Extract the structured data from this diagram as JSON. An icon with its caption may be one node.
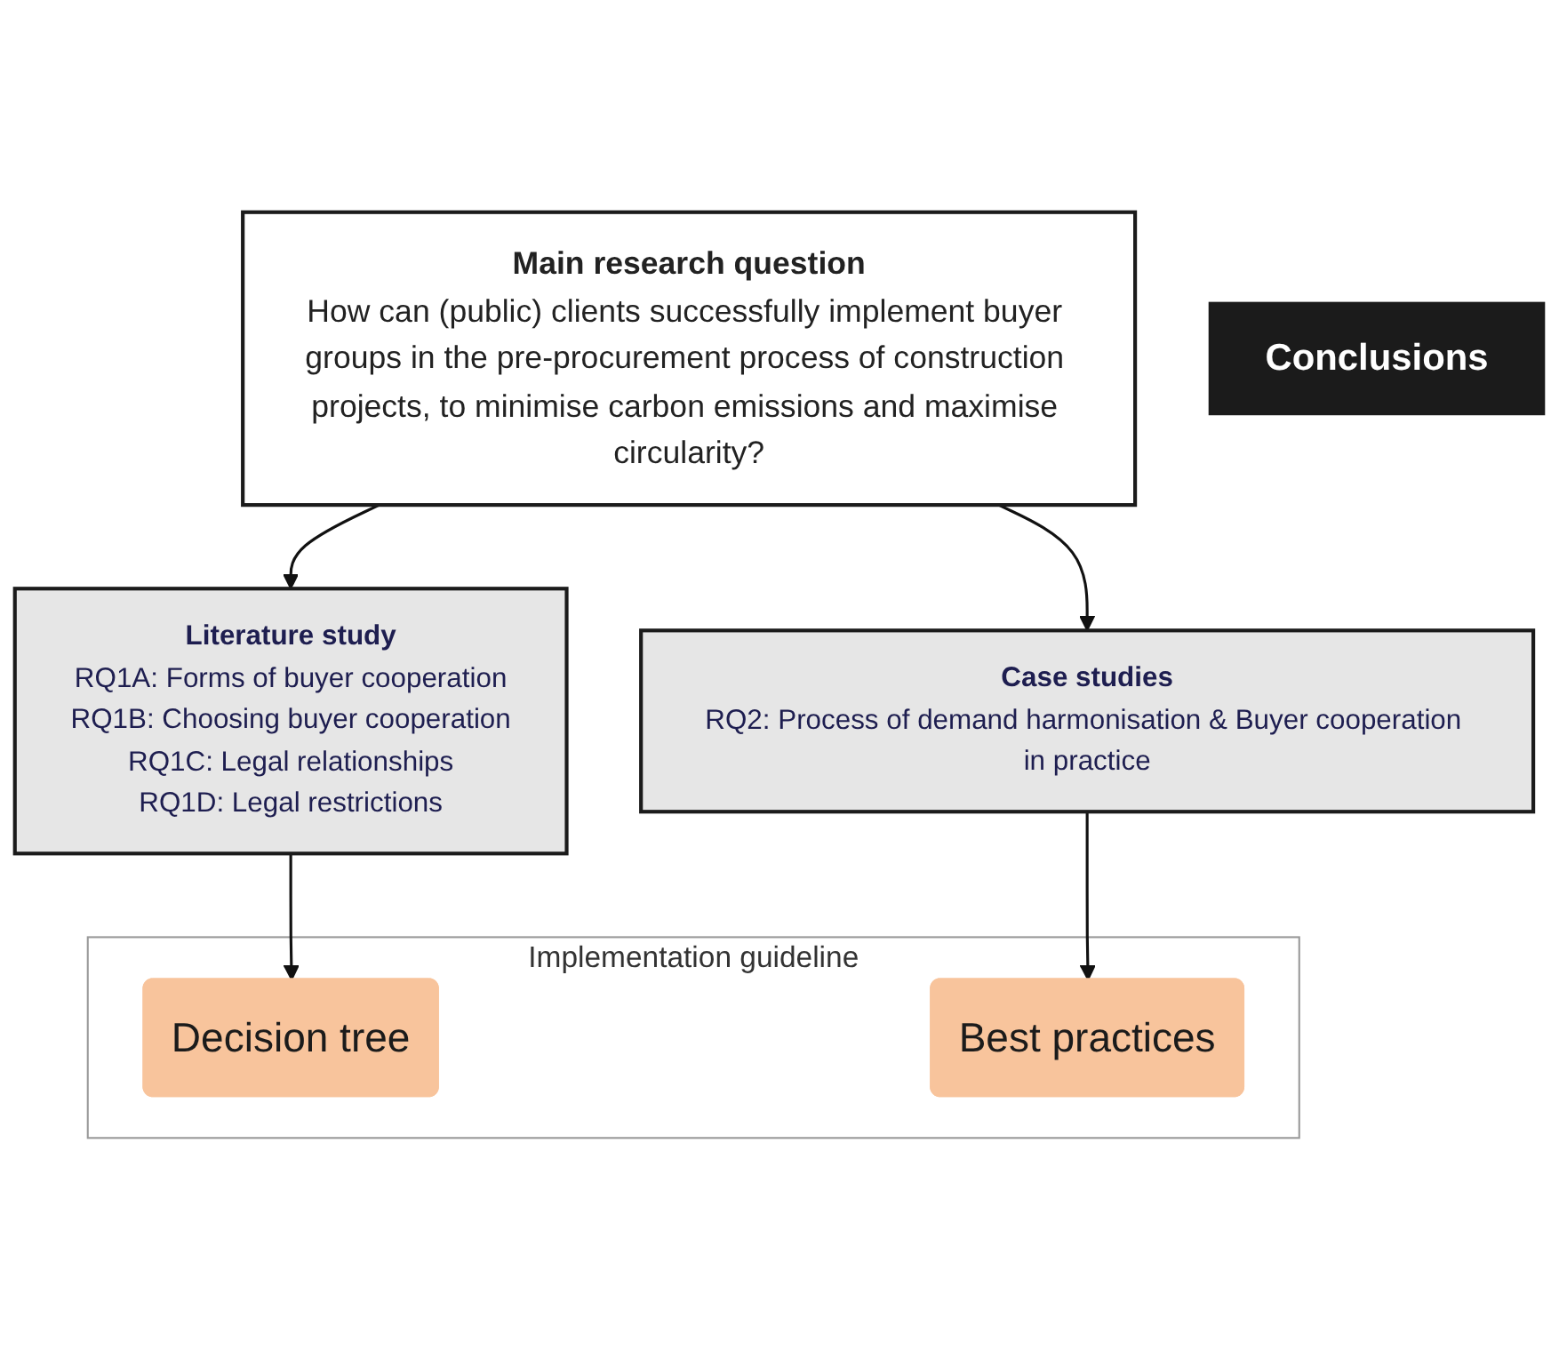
{
  "diagram": {
    "nodes": [
      {
        "text": [
          "Main research question",
          "How can (public) clients successfully implement buyer groups in the pre-procurement process of construction projects, to minimise carbon emissions and maximise circularity?"
        ]
      },
      {
        "text": [
          "Literature study",
          "RQ1A: Forms of buyer cooperation",
          "RQ1B: Choosing buyer cooperation",
          "RQ1C: Legal relationships",
          "RQ1D: Legal restrictions"
        ]
      },
      {
        "text": [
          "Case studies",
          "RQ2: Process of demand harmonisation & Buyer cooperation in practice"
        ]
      },
      {
        "text": [
          "Implementation guideline"
        ]
      },
      {
        "text": [
          "Decision tree"
        ],
        "in": 3
      },
      {
        "text": [
          "Best practices"
        ],
        "in": 3
      },
      {
        "text": [
          "Conclusions"
        ]
      }
    ],
    "edges": [
      {
        "from": 0,
        "to": 1,
        "arrow": "to"
      },
      {
        "from": 0,
        "to": 2,
        "arrow": "to"
      },
      {
        "from": 1,
        "to": 4,
        "arrow": "to"
      },
      {
        "from": 2,
        "to": 5,
        "arrow": "to"
      }
    ]
  }
}
